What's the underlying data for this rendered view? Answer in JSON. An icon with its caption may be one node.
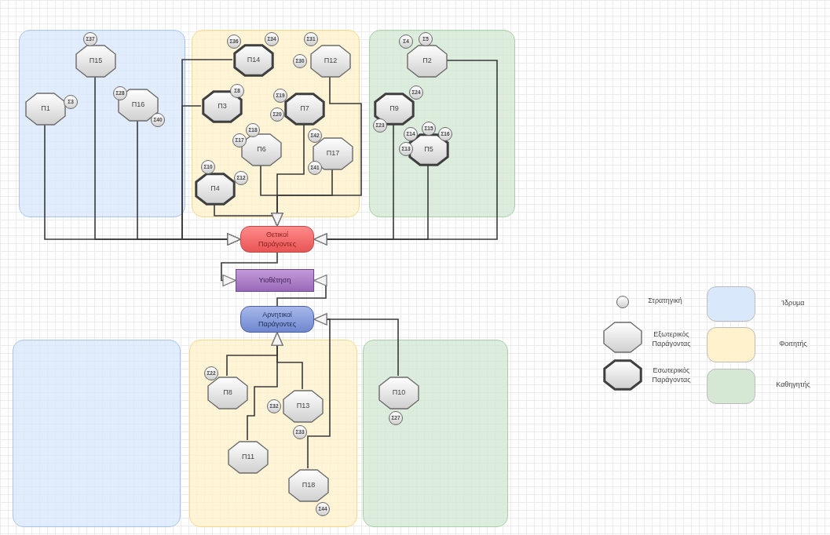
{
  "diagram": {
    "nodes": [
      {
        "text": [],
        "shape": "box"
      },
      {
        "text": [
          "Π15"
        ],
        "in": 0
      },
      {
        "text": [
          "Σ37"
        ],
        "in": 0
      },
      {
        "text": [
          "Π1"
        ],
        "in": 0
      },
      {
        "text": [
          "Σ3"
        ],
        "in": 0
      },
      {
        "text": [
          "Π16"
        ],
        "in": 0
      },
      {
        "text": [
          "Σ28"
        ],
        "in": 0
      },
      {
        "text": [
          "Σ40"
        ],
        "in": 0
      },
      {
        "text": [],
        "shape": "box"
      },
      {
        "text": [
          "Π14"
        ],
        "in": 8
      },
      {
        "text": [
          "Σ36"
        ],
        "in": 8
      },
      {
        "text": [
          "Σ34"
        ],
        "in": 8
      },
      {
        "text": [
          "Π12"
        ],
        "in": 8
      },
      {
        "text": [
          "Σ31"
        ],
        "in": 8
      },
      {
        "text": [
          "Σ30"
        ],
        "in": 8
      },
      {
        "text": [
          "Π3"
        ],
        "in": 8
      },
      {
        "text": [
          "Σ8"
        ],
        "in": 8
      },
      {
        "text": [
          "Π7"
        ],
        "in": 8
      },
      {
        "text": [
          "Σ19"
        ],
        "in": 8
      },
      {
        "text": [
          "Σ20"
        ],
        "in": 8
      },
      {
        "text": [
          "Π6"
        ],
        "in": 8
      },
      {
        "text": [
          "Σ18"
        ],
        "in": 8
      },
      {
        "text": [
          "Σ17"
        ],
        "in": 8
      },
      {
        "text": [
          "Π17"
        ],
        "in": 8
      },
      {
        "text": [
          "Σ42"
        ],
        "in": 8
      },
      {
        "text": [
          "Σ41"
        ],
        "in": 8
      },
      {
        "text": [
          "Π4"
        ],
        "in": 8
      },
      {
        "text": [
          "Σ10"
        ],
        "in": 8
      },
      {
        "text": [
          "Σ12"
        ],
        "in": 8
      },
      {
        "text": [],
        "shape": "box"
      },
      {
        "text": [
          "Π2"
        ],
        "in": 29
      },
      {
        "text": [
          "Σ4"
        ],
        "in": 29
      },
      {
        "text": [
          "Σ5"
        ],
        "in": 29
      },
      {
        "text": [
          "Π9"
        ],
        "in": 29
      },
      {
        "text": [
          "Σ24"
        ],
        "in": 29
      },
      {
        "text": [
          "Σ23"
        ],
        "in": 29
      },
      {
        "text": [
          "Π5"
        ],
        "in": 29
      },
      {
        "text": [
          "Σ14"
        ],
        "in": 29
      },
      {
        "text": [
          "Σ15"
        ],
        "in": 29
      },
      {
        "text": [
          "Σ16"
        ],
        "in": 29
      },
      {
        "text": [
          "Σ13"
        ],
        "in": 29
      },
      {
        "text": [
          "Θετικοί Παράγοντες"
        ]
      },
      {
        "text": [
          "Υιοθέτηση"
        ]
      },
      {
        "text": [
          "Αρνητικοί Παράγοντες"
        ]
      },
      {
        "text": [],
        "shape": "box"
      },
      {
        "text": [],
        "shape": "box"
      },
      {
        "text": [
          "Π8"
        ],
        "in": 45
      },
      {
        "text": [
          "Σ22"
        ],
        "in": 45
      },
      {
        "text": [
          "Π13"
        ],
        "in": 45
      },
      {
        "text": [
          "Σ32"
        ],
        "in": 45
      },
      {
        "text": [
          "Σ33"
        ],
        "in": 45
      },
      {
        "text": [
          "Π11"
        ],
        "in": 45
      },
      {
        "text": [
          "Π18"
        ],
        "in": 45
      },
      {
        "text": [
          "Σ44"
        ],
        "in": 45
      },
      {
        "text": [],
        "shape": "box"
      },
      {
        "text": [
          "Π10"
        ],
        "in": 54
      },
      {
        "text": [
          "Σ27"
        ],
        "in": 54
      }
    ],
    "edges": [
      {
        "from": 1,
        "to": 41,
        "arrow": "to"
      },
      {
        "from": 3,
        "to": 41,
        "arrow": "to"
      },
      {
        "from": 5,
        "to": 41,
        "arrow": "to"
      },
      {
        "from": 9,
        "to": 41,
        "arrow": "to"
      },
      {
        "from": 15,
        "to": 41,
        "arrow": "to"
      },
      {
        "from": 12,
        "to": 41,
        "arrow": "to"
      },
      {
        "from": 17,
        "to": 41,
        "arrow": "to"
      },
      {
        "from": 20,
        "to": 41,
        "arrow": "to"
      },
      {
        "from": 23,
        "to": 41,
        "arrow": "to"
      },
      {
        "from": 26,
        "to": 41,
        "arrow": "to"
      },
      {
        "from": 30,
        "to": 41,
        "arrow": "to"
      },
      {
        "from": 33,
        "to": 41,
        "arrow": "to"
      },
      {
        "from": 36,
        "to": 41,
        "arrow": "to"
      },
      {
        "from": 41,
        "to": 42,
        "arrow": "to"
      },
      {
        "from": 43,
        "to": 42,
        "arrow": "to"
      },
      {
        "from": 46,
        "to": 43,
        "arrow": "to"
      },
      {
        "from": 51,
        "to": 43,
        "arrow": "to"
      },
      {
        "from": 48,
        "to": 43,
        "arrow": "to"
      },
      {
        "from": 52,
        "to": 43,
        "arrow": "to"
      },
      {
        "from": 55,
        "to": 43,
        "arrow": "to"
      }
    ],
    "legend": [
      {
        "text": "Στρατηγική"
      },
      {
        "text": "Εξωτερικός Παράγοντας"
      },
      {
        "text": "Εσωτερικός Παράγοντας"
      },
      {
        "text": "Ίδρυμα",
        "color": "#dae8fc"
      },
      {
        "text": "Φοιτητής",
        "color": "#fff2cc"
      },
      {
        "text": "Καθηγητής",
        "color": "#d5e8d4"
      }
    ]
  }
}
